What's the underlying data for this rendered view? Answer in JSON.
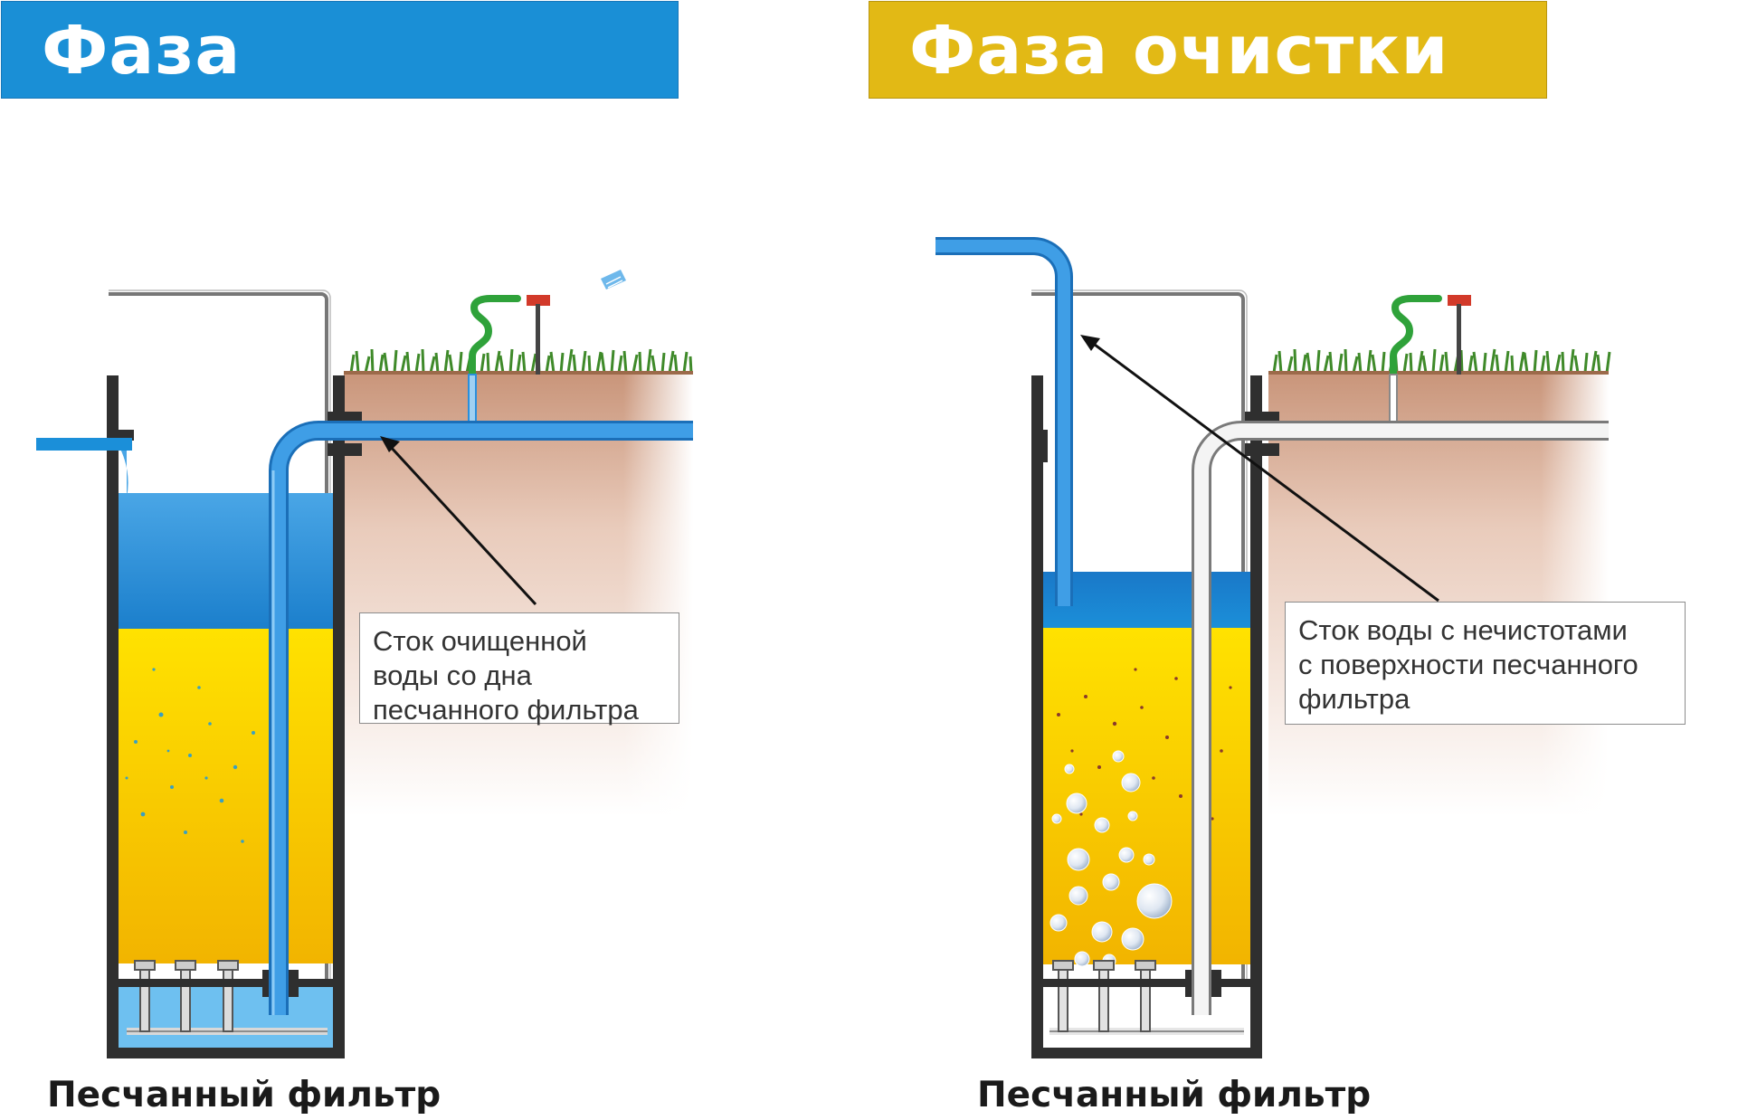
{
  "panels": [
    {
      "id": "filtration",
      "title": "Фаза фильтрации",
      "title_color": "#1a8fd6",
      "callout_lines": [
        "Сток очищенной",
        "воды со дна",
        "песчанного фильтра"
      ],
      "caption": "Песчанный фильтр"
    },
    {
      "id": "cleaning",
      "title": "Фаза очистки",
      "title_color": "#e2b915",
      "callout_lines": [
        "Сток воды с нечистотами",
        "с поверхности песчанного",
        "фильтра"
      ],
      "caption": "Песчанный фильтр"
    }
  ],
  "colors": {
    "water": "#1b8fd9",
    "sand": "#f6c800",
    "soil": "#e8c4b0",
    "pipe_clean": "#2a8fdc",
    "pipe_idle": "#ffffff",
    "wall": "#333333",
    "grass": "#3f8a2a",
    "sprinkler_hose": "#2fa23a",
    "sprinkler_head": "#d23a2a"
  }
}
